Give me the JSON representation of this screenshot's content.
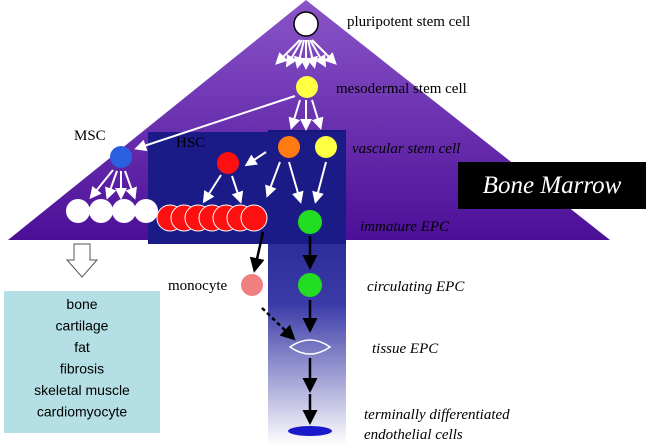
{
  "labels": {
    "pluripotent": "pluripotent  stem cell",
    "mesodermal": "mesodermal stem cell",
    "msc": "MSC",
    "hsc": "HSC",
    "vascular": "vascular  stem cell",
    "bone_marrow": "Bone Marrow",
    "immature_epc": "immature EPC",
    "monocyte": "monocyte",
    "circulating_epc": "circulating EPC",
    "tissue_epc": "tissue EPC",
    "terminal_line1": "terminally  differentiated",
    "terminal_line2": "endothelial cells"
  },
  "derivatives": [
    "bone",
    "cartilage",
    "fat",
    "fibrosis",
    "skeletal muscle",
    "cardiomyocyte"
  ],
  "colors": {
    "triangle_top": "#6f37b5",
    "triangle_bottom": "#4a0f95",
    "hsc_box": "#1a1a8a",
    "msc_cell": "#2a5fe0",
    "mesodermal_cell": "#ffff44",
    "vascular_orange": "#ff7a10",
    "red_cell": "#ff1010",
    "green_cell": "#22dd22",
    "monocyte_cell": "#f08080",
    "endothelial_cell": "#1a1acc",
    "bone_marrow_box": "#000000",
    "derivative_box": "#b4dfe5"
  }
}
